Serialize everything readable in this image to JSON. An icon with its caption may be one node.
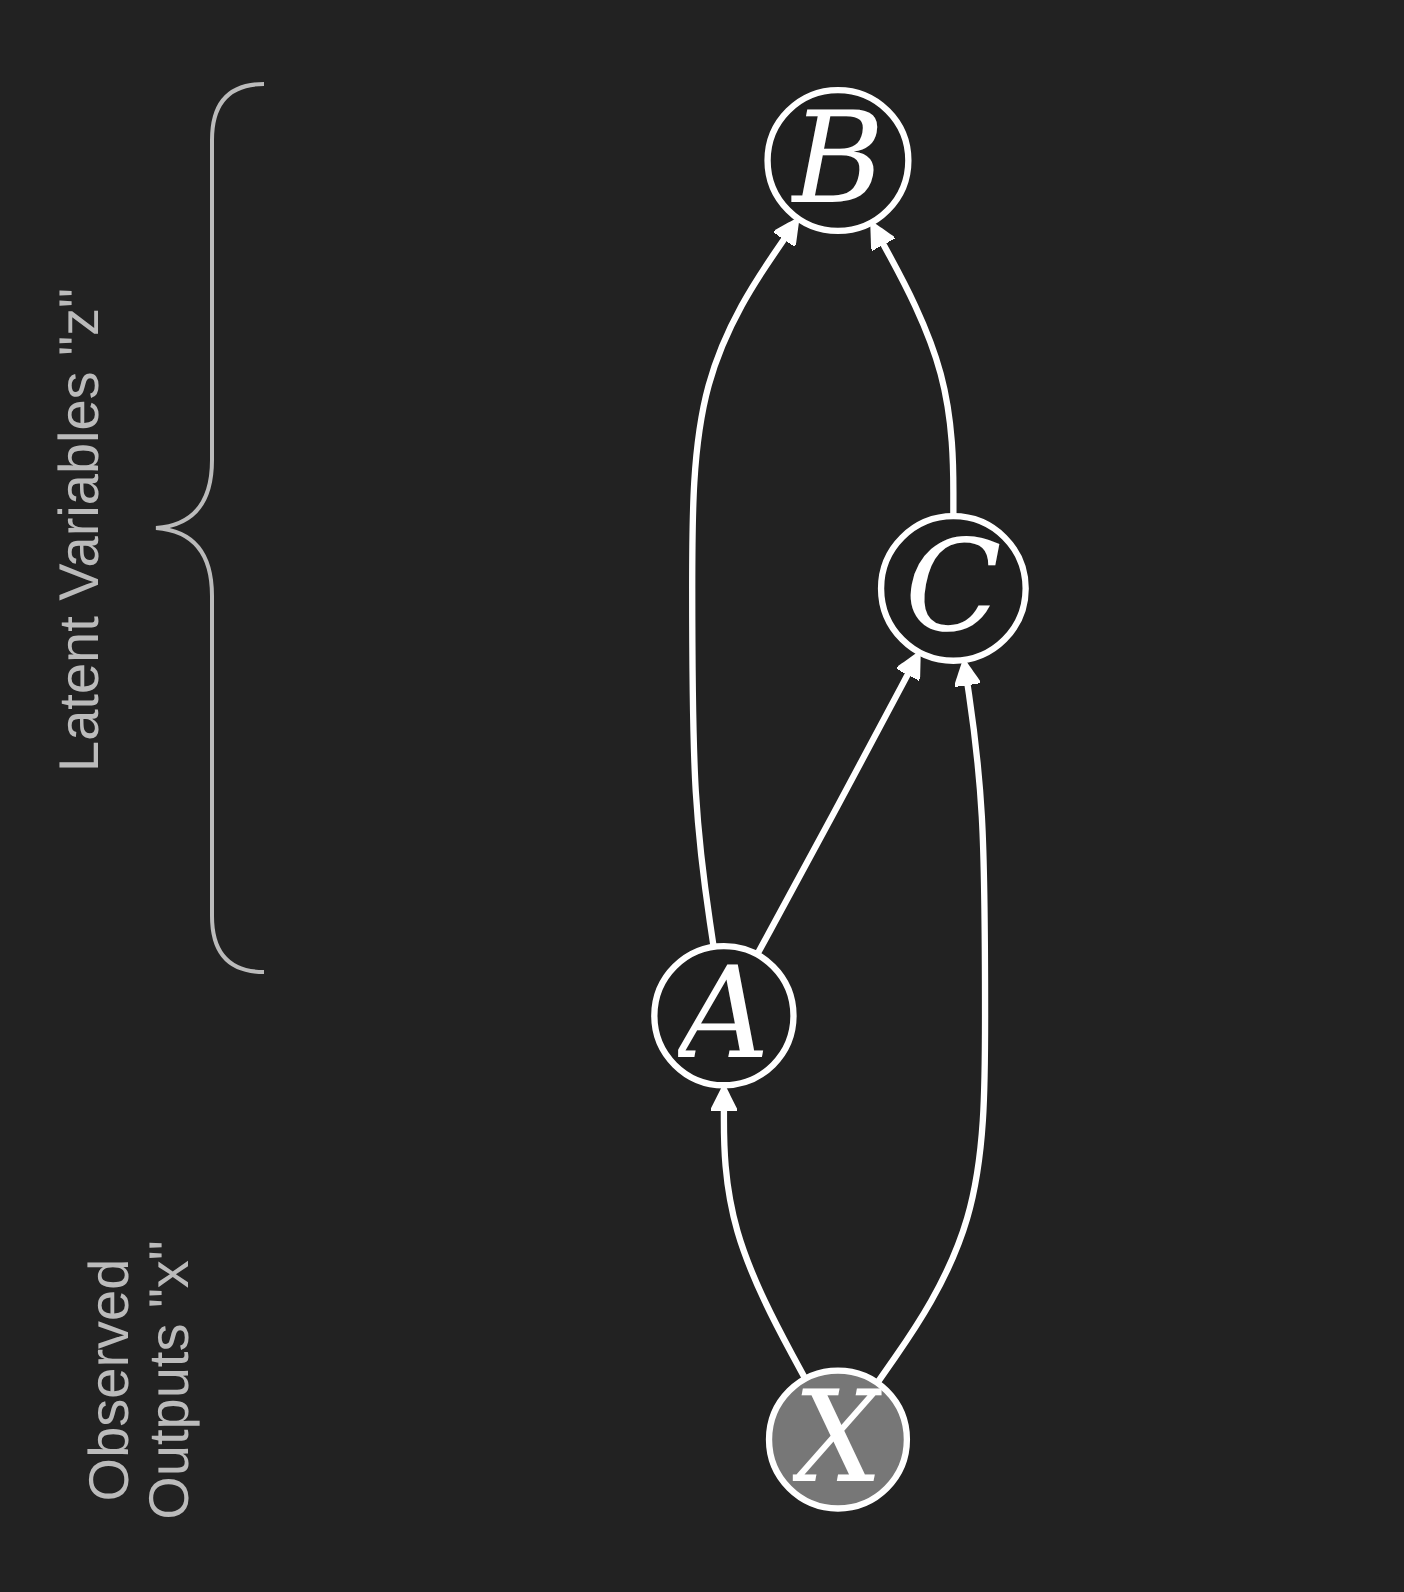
{
  "diagram": {
    "nodes": [
      {
        "text": [
          "A"
        ]
      },
      {
        "text": [
          "B"
        ]
      },
      {
        "text": [
          "C"
        ]
      },
      {
        "text": [
          "X"
        ]
      }
    ],
    "edges": [
      {
        "from": 0,
        "to": 1,
        "arrow": "to"
      },
      {
        "from": 0,
        "to": 2,
        "arrow": "to"
      },
      {
        "from": 2,
        "to": 1,
        "arrow": "to"
      },
      {
        "from": 3,
        "to": 0,
        "arrow": "to"
      },
      {
        "from": 3,
        "to": 2,
        "arrow": "to"
      }
    ],
    "labels": [
      "Latent Variables \"z\"",
      "Observed Outputs \"x\""
    ]
  }
}
